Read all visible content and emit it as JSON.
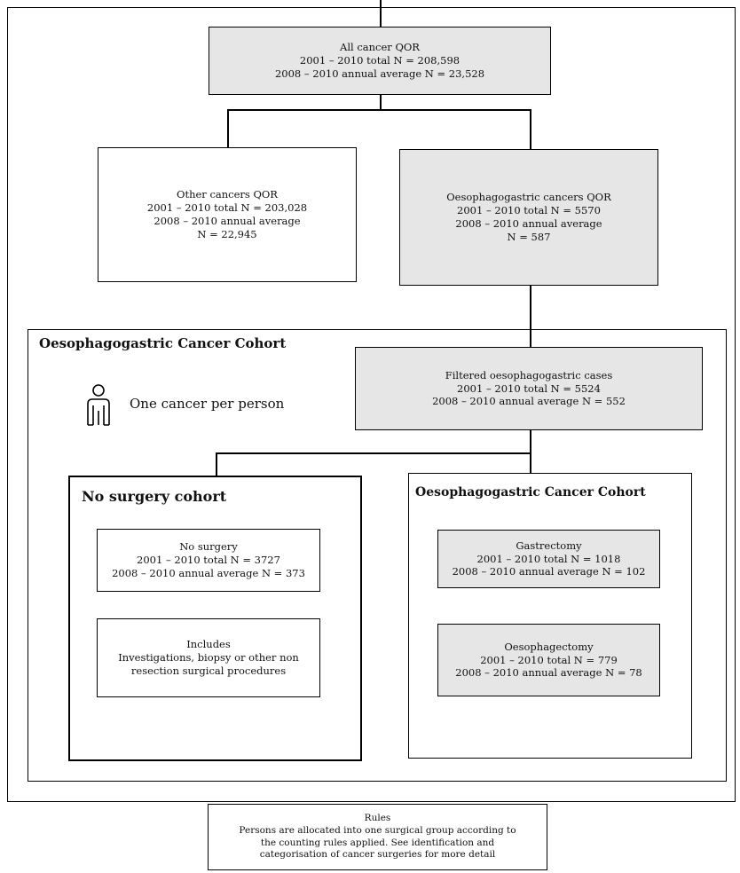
{
  "all_cancer": {
    "title": "All cancer QOR",
    "line1": "2001 – 2010 total N = 208,598",
    "line2": "2008 – 2010 annual average N = 23,528"
  },
  "other_cancers": {
    "title": "Other cancers QOR",
    "line1": "2001 – 2010 total N = 203,028",
    "line2": "2008 – 2010 annual average",
    "line3": "N = 22,945"
  },
  "og_cancers": {
    "title": "Oesophagogastric cancers QOR",
    "line1": "2001 – 2010 total N = 5570",
    "line2": "2008 – 2010 annual average",
    "line3": "N = 587"
  },
  "cohort": {
    "heading": "Oesophagogastric Cancer Cohort",
    "person_label": "One cancer per person"
  },
  "filtered": {
    "title": "Filtered oesophagogastric cases",
    "line1": "2001 – 2010 total N = 5524",
    "line2": "2008 – 2010 annual average N = 552"
  },
  "no_surgery_cohort": {
    "heading": "No surgery cohort",
    "no_surgery": {
      "title": "No surgery",
      "line1": "2001 – 2010 total N = 3727",
      "line2": "2008 – 2010 annual average N = 373"
    },
    "includes": {
      "title": "Includes",
      "line1": "Investigations, biopsy or other non",
      "line2": "resection surgical procedures"
    }
  },
  "surgery_cohort": {
    "heading": "Oesophagogastric Cancer Cohort",
    "gastrectomy": {
      "title": "Gastrectomy",
      "line1": "2001 – 2010 total N = 1018",
      "line2": "2008 – 2010 annual average N = 102"
    },
    "oesophagectomy": {
      "title": "Oesophagectomy",
      "line1": "2001 – 2010 total N = 779",
      "line2": "2008 – 2010 annual average N = 78"
    }
  },
  "rules": {
    "title": "Rules",
    "line1": "Persons are allocated into one surgical group according to",
    "line2": "the counting rules applied. See identification and",
    "line3": "categorisation of cancer surgeries for more detail"
  }
}
